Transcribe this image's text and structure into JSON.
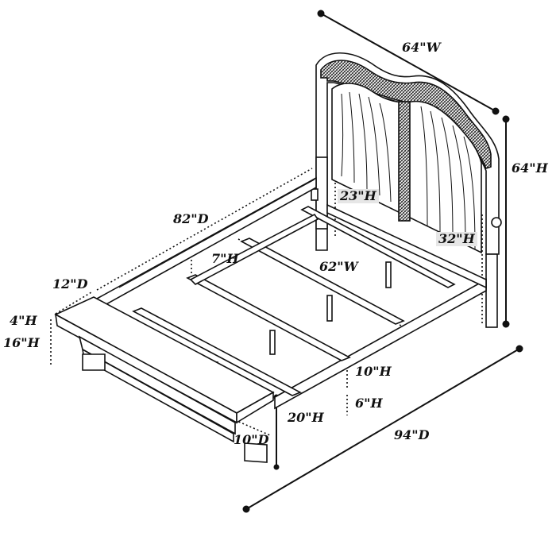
{
  "colors": {
    "ink": "#111111",
    "plate": "#e6e6e6",
    "background": "#ffffff"
  },
  "dimensions": {
    "headboard_width": "64\"W",
    "headboard_height": "64\"H",
    "bed_depth": "82\"D",
    "panel_height": "23\"H",
    "headboard_post_height": "32\"H",
    "slat_clearance": "7\"H",
    "inner_width": "62\"W",
    "footboard_depth": "12\"D",
    "footboard_cap_height": "4\"H",
    "footboard_height": "16\"H",
    "rail_height": "10\"H",
    "ground_clearance": "6\"H",
    "foot_height": "20\"H",
    "foot_depth": "10\"D",
    "overall_depth": "94\"D"
  }
}
